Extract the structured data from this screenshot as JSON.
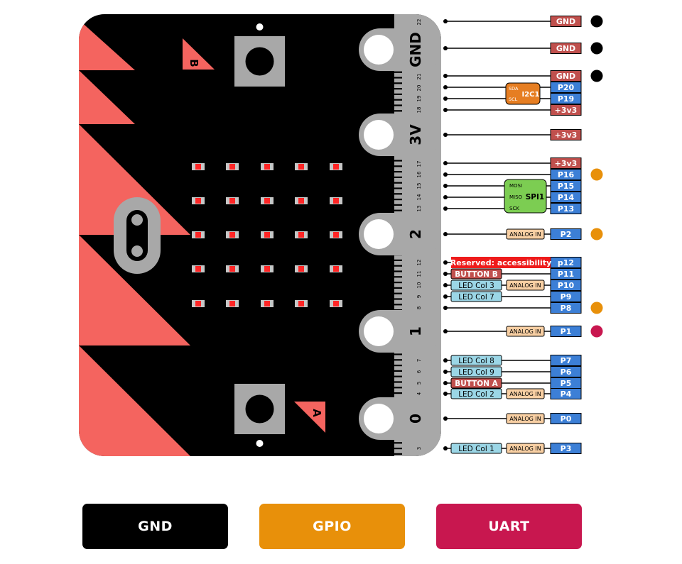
{
  "colors": {
    "board": "#000000",
    "board_pink": "#f4645f",
    "edge_gray": "#a8a8a8",
    "gnd_label": "#c0504d",
    "pwr_label": "#c0504d",
    "gpio_label": "#3c7fd6",
    "reserved_label": "#ee1b1b",
    "i2c": "#e67e22",
    "spi": "#7ccd52",
    "led_label": "#9bd6e6",
    "analog_label": "#f8cfa3",
    "gnd_dot": "#000000",
    "gpio_dot": "#e8900a",
    "uart_dot": "#c8174f",
    "legend_gnd": "#000000",
    "legend_gpio": "#e8900a",
    "legend_uart": "#c8174f"
  },
  "board": {
    "button_b": "B",
    "button_a": "A",
    "big_pads": [
      "GND",
      "3V",
      "2",
      "1",
      "0"
    ],
    "edge_numbers": [
      "22",
      "21",
      "20",
      "19",
      "18",
      "17",
      "16",
      "15",
      "14",
      "13",
      "12",
      "11",
      "10",
      "9",
      "8",
      "7",
      "6",
      "5",
      "4",
      "3"
    ]
  },
  "pins": [
    {
      "id": "gnd-1",
      "label": "GND",
      "kind": "gnd",
      "dot": "gnd"
    },
    {
      "id": "gnd-2",
      "label": "GND",
      "kind": "gnd",
      "dot": "gnd"
    },
    {
      "id": "gnd-3",
      "label": "GND",
      "kind": "gnd",
      "dot": "gnd"
    },
    {
      "id": "p20",
      "label": "P20",
      "kind": "gpio",
      "i2c_role": "SDA"
    },
    {
      "id": "p19",
      "label": "P19",
      "kind": "gpio",
      "i2c_role": "SCL"
    },
    {
      "id": "pwr-1",
      "label": "+3v3",
      "kind": "pwr"
    },
    {
      "id": "pwr-2",
      "label": "+3v3",
      "kind": "pwr"
    },
    {
      "id": "pwr-3",
      "label": "+3v3",
      "kind": "pwr"
    },
    {
      "id": "p16",
      "label": "P16",
      "kind": "gpio",
      "dot": "gpio"
    },
    {
      "id": "p15",
      "label": "P15",
      "kind": "gpio",
      "spi_role": "MOSI"
    },
    {
      "id": "p14",
      "label": "P14",
      "kind": "gpio",
      "spi_role": "MISO"
    },
    {
      "id": "p13",
      "label": "P13",
      "kind": "gpio",
      "spi_role": "SCK"
    },
    {
      "id": "p2",
      "label": "P2",
      "kind": "gpio",
      "analog": "ANALOG IN",
      "dot": "gpio"
    },
    {
      "id": "p12",
      "label": "p12",
      "kind": "gpio",
      "reserved": "Reserved: accessibility"
    },
    {
      "id": "p11",
      "label": "P11",
      "kind": "gpio",
      "button": "BUTTON B"
    },
    {
      "id": "p10",
      "label": "P10",
      "kind": "gpio",
      "led": "LED Col 3",
      "analog": "ANALOG IN"
    },
    {
      "id": "p9",
      "label": "P9",
      "kind": "gpio",
      "led": "LED Col 7"
    },
    {
      "id": "p8",
      "label": "P8",
      "kind": "gpio",
      "dot": "gpio"
    },
    {
      "id": "p1",
      "label": "P1",
      "kind": "gpio",
      "analog": "ANALOG IN",
      "dot": "uart"
    },
    {
      "id": "p7",
      "label": "P7",
      "kind": "gpio",
      "led": "LED Col 8"
    },
    {
      "id": "p6",
      "label": "P6",
      "kind": "gpio",
      "led": "LED Col 9"
    },
    {
      "id": "p5",
      "label": "P5",
      "kind": "gpio",
      "button": "BUTTON A"
    },
    {
      "id": "p4",
      "label": "P4",
      "kind": "gpio",
      "led": "LED Col 2",
      "analog": "ANALOG IN"
    },
    {
      "id": "p0",
      "label": "P0",
      "kind": "gpio",
      "analog": "ANALOG IN"
    },
    {
      "id": "p3",
      "label": "P3",
      "kind": "gpio",
      "led": "LED Col 1",
      "analog": "ANALOG IN"
    }
  ],
  "buses": {
    "i2c": "I2C1",
    "spi": "SPI1"
  },
  "legend": {
    "gnd": "GND",
    "gpio": "GPIO",
    "uart": "UART"
  }
}
